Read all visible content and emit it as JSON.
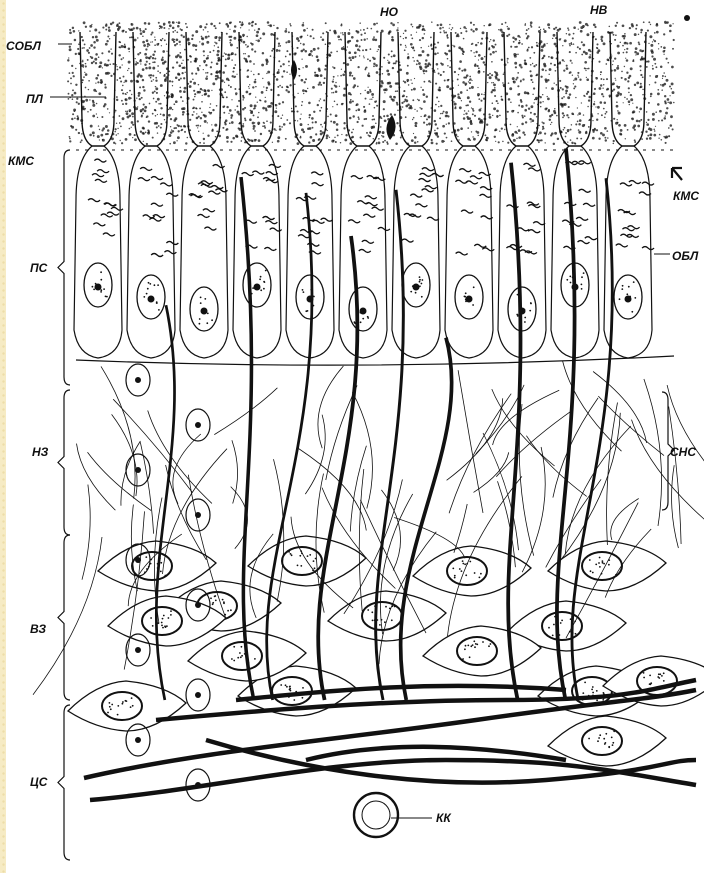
{
  "labels": {
    "sobl": "СОБЛ",
    "pl": "ПЛ",
    "kms_left": "КМС",
    "ps": "ПС",
    "nz": "НЗ",
    "vz": "ВЗ",
    "ts": "ЦС",
    "no": "НО",
    "nv": "НВ",
    "kms_right": "КМС",
    "obl": "ОБЛ",
    "sns": "СНС",
    "kk": "КК"
  },
  "colors": {
    "ink": "#111111",
    "paper": "#ffffff",
    "slide_background": "#f6ebc4"
  }
}
